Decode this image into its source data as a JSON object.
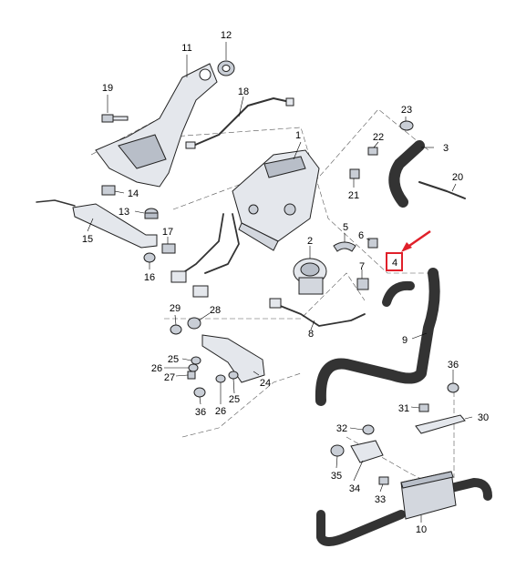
{
  "diagram": {
    "callouts": [
      "1",
      "2",
      "3",
      "4",
      "5",
      "6",
      "7",
      "8",
      "9",
      "10",
      "11",
      "12",
      "13",
      "14",
      "15",
      "16",
      "17",
      "18",
      "19",
      "20",
      "21",
      "22",
      "23",
      "24",
      "25",
      "25",
      "26",
      "26",
      "27",
      "28",
      "29",
      "30",
      "31",
      "32",
      "33",
      "34",
      "35",
      "36",
      "36"
    ],
    "highlighted_callout": "4",
    "colors": {
      "highlight_box": "#e0202a",
      "arrow": "#e0202a",
      "part_fill": "#e4e7ec",
      "part_shade": "#b8bec8",
      "hose_fill": "#d9dce2"
    }
  }
}
